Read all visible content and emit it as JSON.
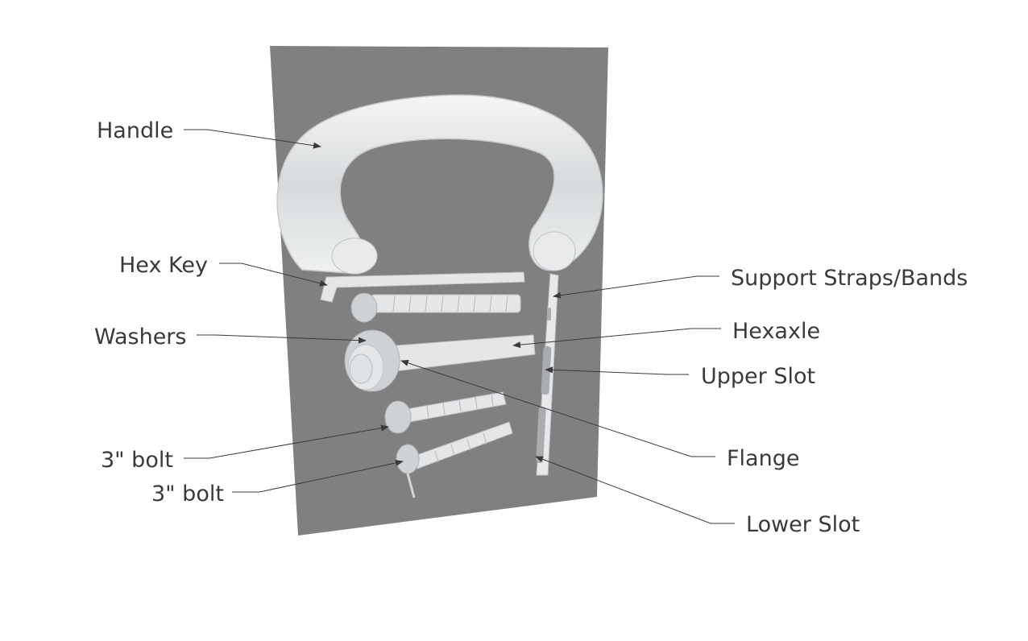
{
  "diagram": {
    "colors": {
      "backdrop_panel": "#808080",
      "label_text": "#3a3a3a",
      "hardware": "#e4e6e8"
    },
    "callouts": {
      "handle": "Handle",
      "hex_key": "Hex Key",
      "washers": "Washers",
      "bolt_upper": "3\" bolt",
      "bolt_lower": "3\" bolt",
      "support_straps": "Support Straps/Bands",
      "hexaxle": "Hexaxle",
      "upper_slot": "Upper Slot",
      "flange": "Flange",
      "lower_slot": "Lower Slot"
    }
  }
}
